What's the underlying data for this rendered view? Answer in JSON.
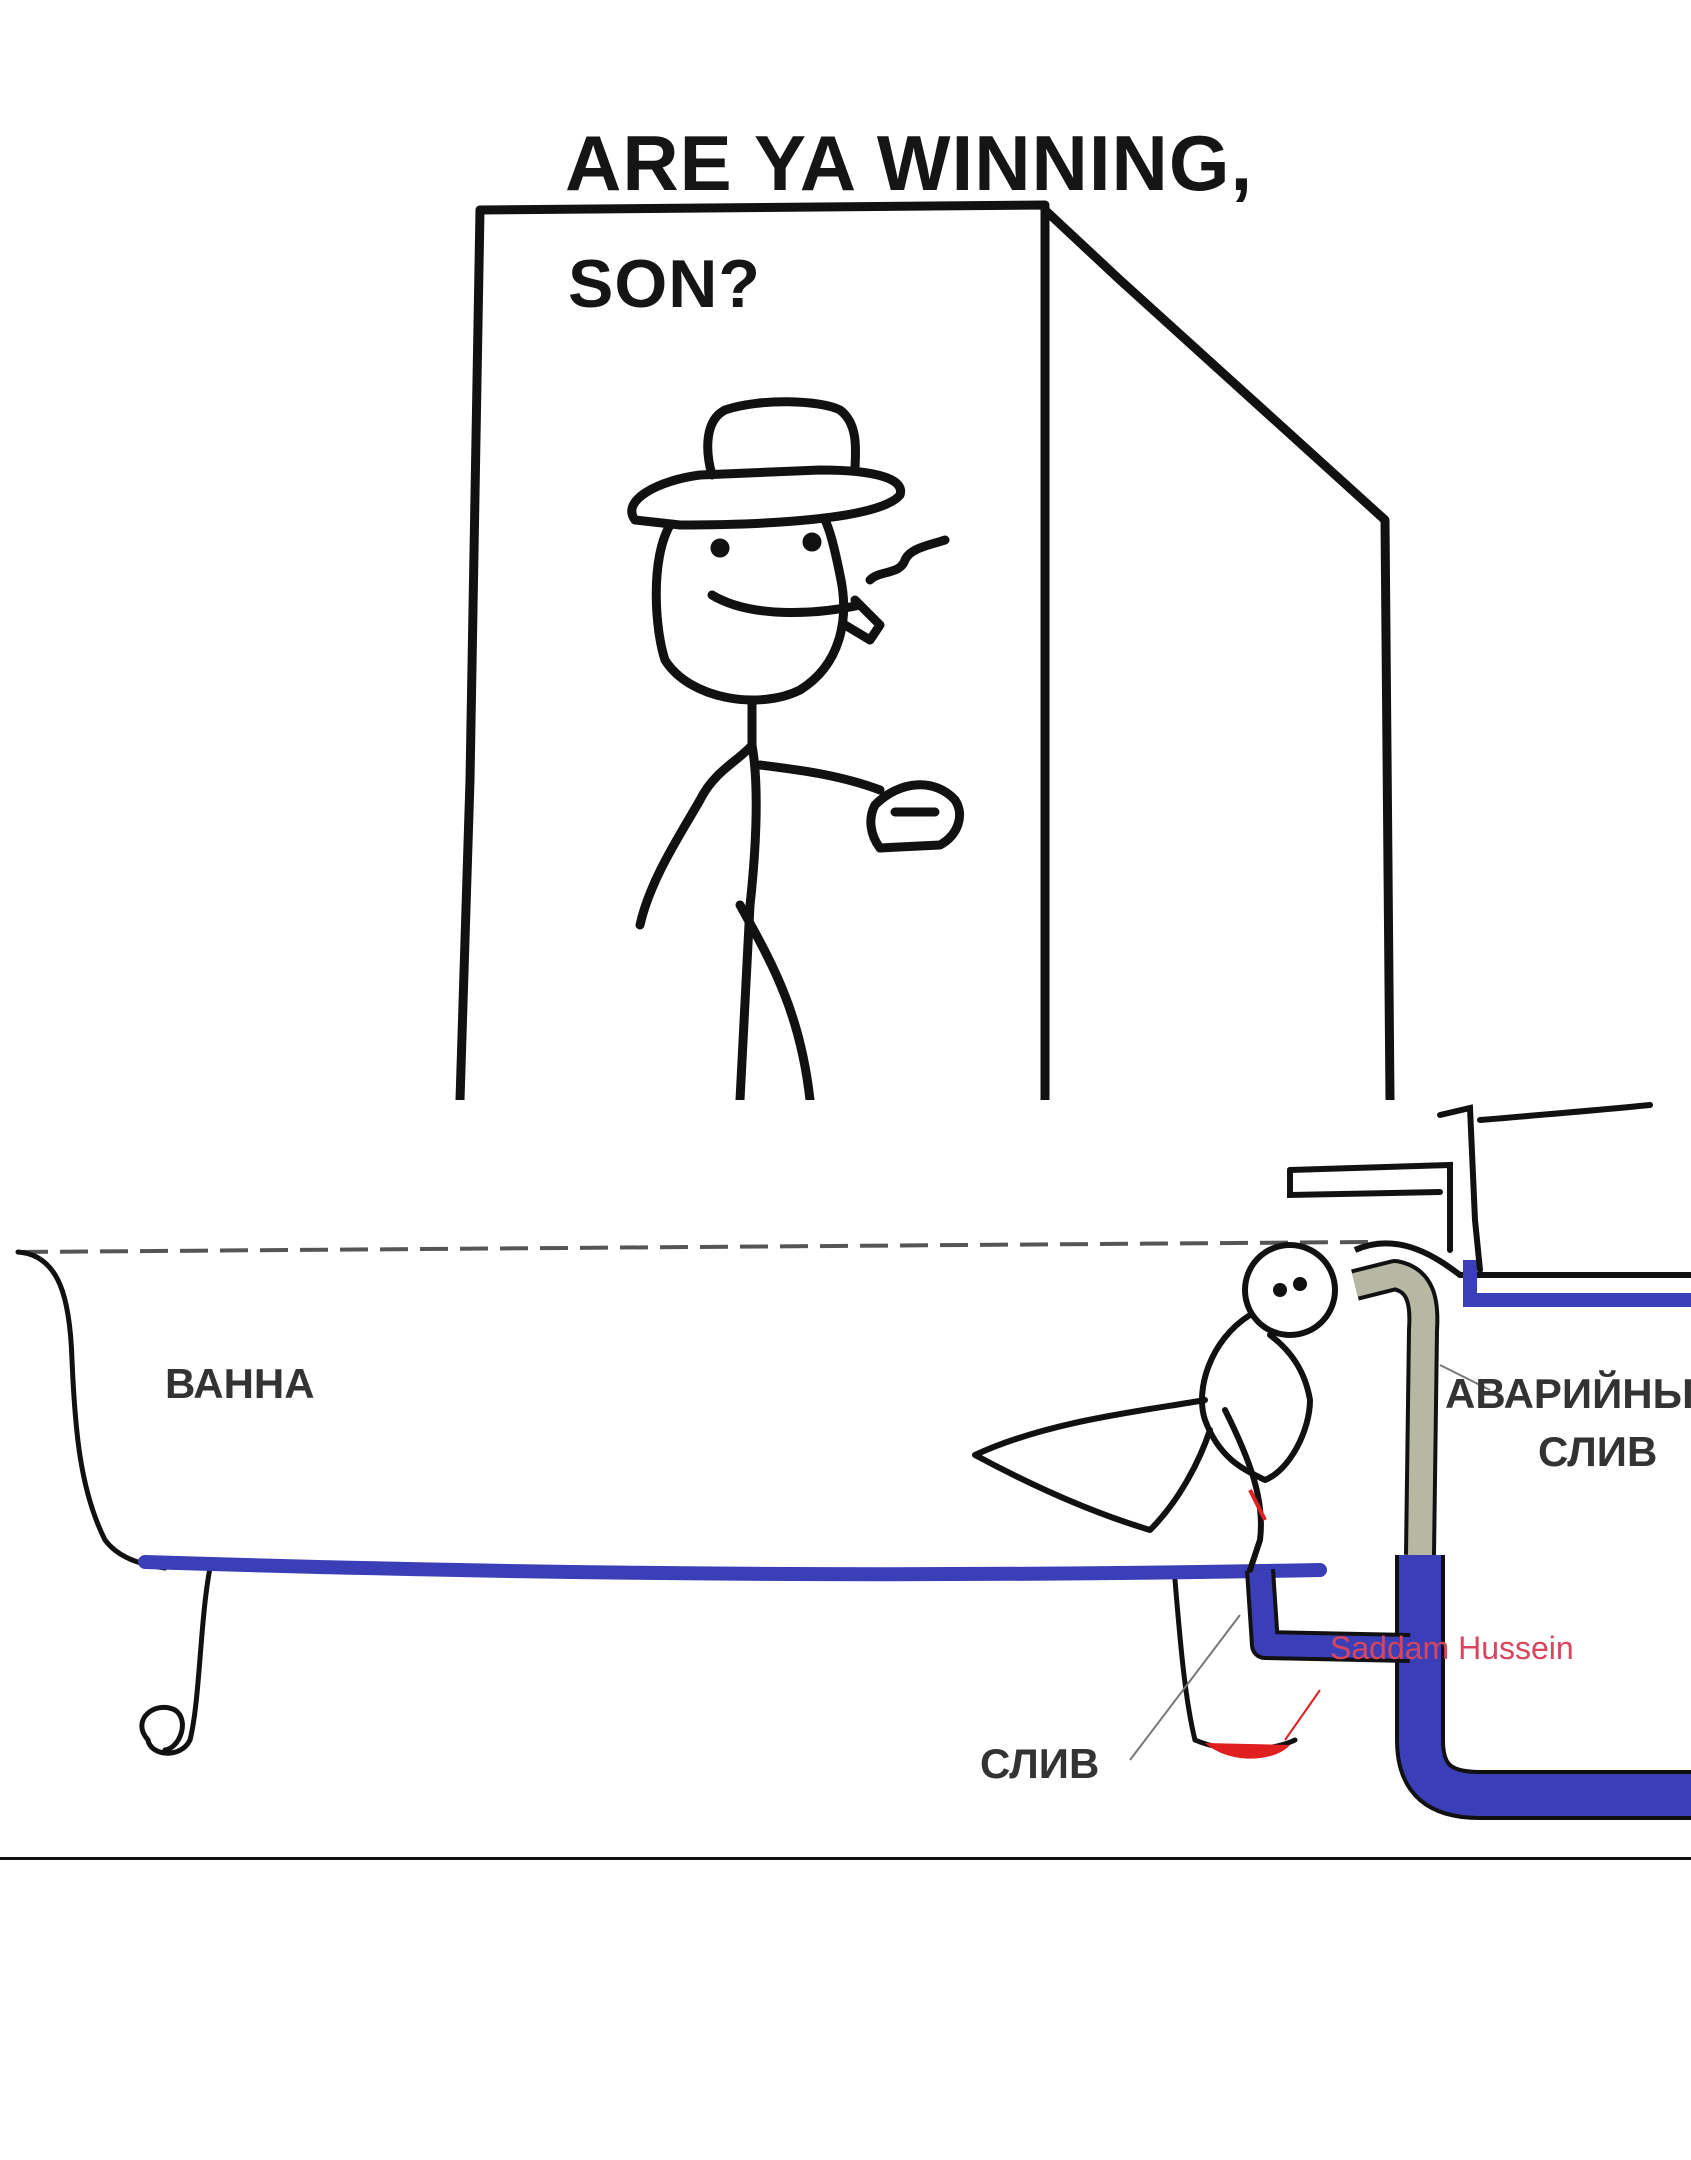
{
  "top_panel": {
    "caption_line_1": "ARE YA WINNING,",
    "caption_line_2": "SON?",
    "icons": [
      "door-frame",
      "dad-stick-figure",
      "fedora-hat",
      "cigarette-smoke",
      "lunchbox"
    ]
  },
  "bottom_panel": {
    "bath_label": "ВАННА",
    "overflow_label_line_1": "АВАРИЙНЫ",
    "overflow_label_line_2": "СЛИВ",
    "drain_label": "СЛИВ",
    "name_label": "Saddam Hussein",
    "icons": [
      "bathtub",
      "water-pipe",
      "faucet",
      "stick-figure-in-drain"
    ]
  },
  "colors": {
    "line": "#111111",
    "water": "#3a3fb8",
    "pipe_gray": "#b7b8a4",
    "red": "#e02020",
    "caption_text": "#151515",
    "label_text": "#333333",
    "name_text": "#d9455c"
  }
}
